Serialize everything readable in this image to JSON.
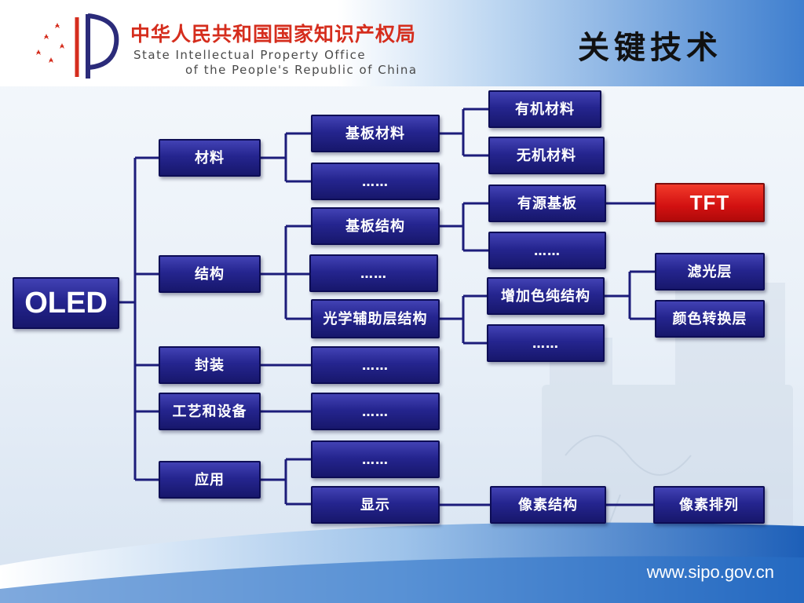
{
  "header": {
    "org_cn": "中华人民共和国国家知识产权局",
    "org_en_line1": "State Intellectual Property Office",
    "org_en_line2": "of the People's Republic of China",
    "title": "关键技术"
  },
  "footer": {
    "url": "www.sipo.gov.cn"
  },
  "colors": {
    "node": "#25258f",
    "highlight": "#d21111",
    "connector": "#1c1c7a",
    "brand_red": "#d52d1d"
  },
  "diagram": {
    "root": "OLED",
    "level1": {
      "material": "材料",
      "structure": "结构",
      "packaging": "封装",
      "process": "工艺和设备",
      "application": "应用"
    },
    "level2": {
      "substrate_material": "基板材料",
      "material_etc": "……",
      "substrate_structure": "基板结构",
      "structure_etc": "……",
      "optical_layer": "光学辅助层结构",
      "packaging_etc": "……",
      "process_etc": "……",
      "application_etc": "……",
      "display": "显示"
    },
    "level3": {
      "organic": "有机材料",
      "inorganic": "无机材料",
      "active_substrate": "有源基板",
      "substrate_etc": "……",
      "color_purity": "增加色纯结构",
      "optical_etc": "……",
      "pixel_structure": "像素结构"
    },
    "level4": {
      "tft": "TFT",
      "filter_layer": "滤光层",
      "color_conversion": "颜色转换层",
      "pixel_arrangement": "像素排列"
    }
  }
}
